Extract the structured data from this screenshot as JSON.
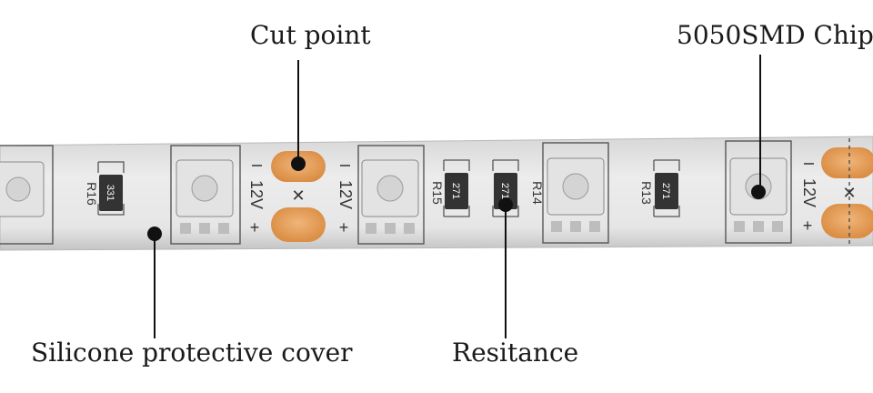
{
  "callouts": {
    "cut_point": "Cut point",
    "chip": "5050SMD Chip",
    "cover": "Silicone protective cover",
    "resistance": "Resitance"
  },
  "strip": {
    "polarity_minus": "I",
    "polarity_plus": "+",
    "voltage": "12V",
    "cut_mark": "✕",
    "resistors": [
      {
        "ref": "R16",
        "code": "331"
      },
      {
        "ref": "R15",
        "code": "271"
      },
      {
        "ref": "R14",
        "code": "271"
      },
      {
        "ref": "R13",
        "code": "271"
      }
    ]
  },
  "colors": {
    "strip_base": "#e8e8e8",
    "strip_shadow": "#c9c9c9",
    "pad_copper": "#e39a52",
    "outline": "#555555",
    "pointer": "#111111"
  }
}
